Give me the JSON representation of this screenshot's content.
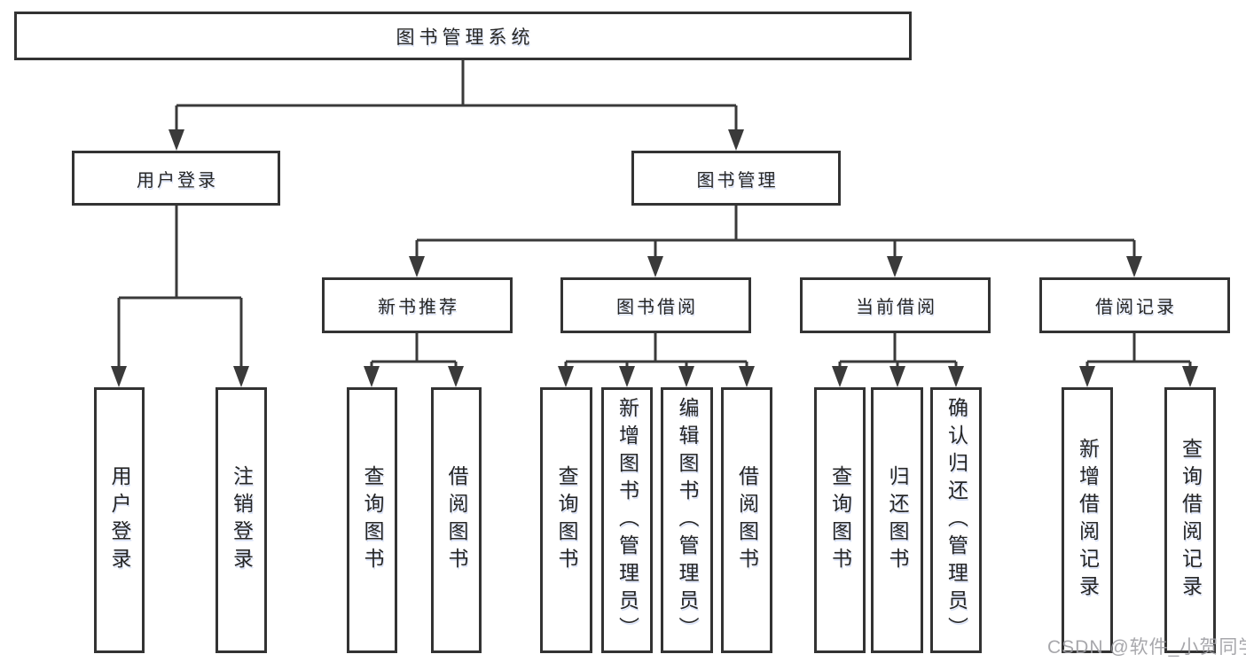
{
  "diagram": {
    "root": "图书管理系统",
    "branches": [
      {
        "label": "用户登录",
        "children": [
          "用户登录",
          "注销登录"
        ]
      },
      {
        "label": "图书管理",
        "groups": [
          {
            "label": "新书推荐",
            "children": [
              "查询图书",
              "借阅图书"
            ]
          },
          {
            "label": "图书借阅",
            "children": [
              "查询图书",
              "新增图书（管理员）",
              "编辑图书（管理员）",
              "借阅图书"
            ]
          },
          {
            "label": "当前借阅",
            "children": [
              "查询图书",
              "归还图书",
              "确认归还（管理员）"
            ]
          },
          {
            "label": "借阅记录",
            "children": [
              "新增借阅记录",
              "查询借阅记录"
            ]
          }
        ]
      }
    ]
  },
  "watermark": "CSDN @软件_小贺同学",
  "colors": {
    "line": "#3a3a3a",
    "box_border": "#333333",
    "text": "#262626",
    "watermark": "#9e9ea3",
    "background": "#ffffff"
  }
}
